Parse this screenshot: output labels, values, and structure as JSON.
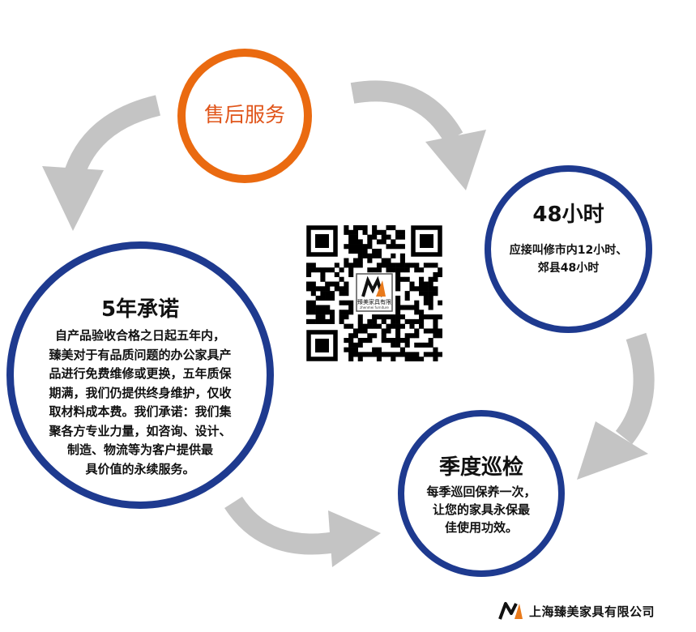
{
  "circles": {
    "service": {
      "title": "售后服务"
    },
    "hours48": {
      "title": "48小时",
      "lines": [
        "应接叫修市内12小时、",
        "郊县48小时"
      ]
    },
    "fiveYear": {
      "title": "5年承诺",
      "lines": [
        "自产品验收合格之日起五年内，",
        "臻美对于有品质问题的办公家具产",
        "品进行免费维修或更换，五年质保",
        "期满，我们仍提供终身维护，仅收",
        "取材料成本费。我们承诺：我们集",
        "聚各方专业力量，如咨询、设计、",
        "制造、物流等为客户提供最",
        "具价值的永续服务。"
      ]
    },
    "season": {
      "title": "季度巡检",
      "lines": [
        "每季巡回保养一次，",
        "让您的家具永保最",
        "佳使用功效。"
      ]
    }
  },
  "qr": {
    "logo_text": "臻美家具有限",
    "logo_subtext": "zhenmei furniture"
  },
  "footer": {
    "company": "上海臻美家具有限公司"
  },
  "colors": {
    "orange": "#ea6a10",
    "navy": "#1e3a8f",
    "arrow": "#c4c4c4"
  },
  "icons": [
    "curved-arrow-icon",
    "qr-code-icon",
    "company-logo-icon"
  ]
}
